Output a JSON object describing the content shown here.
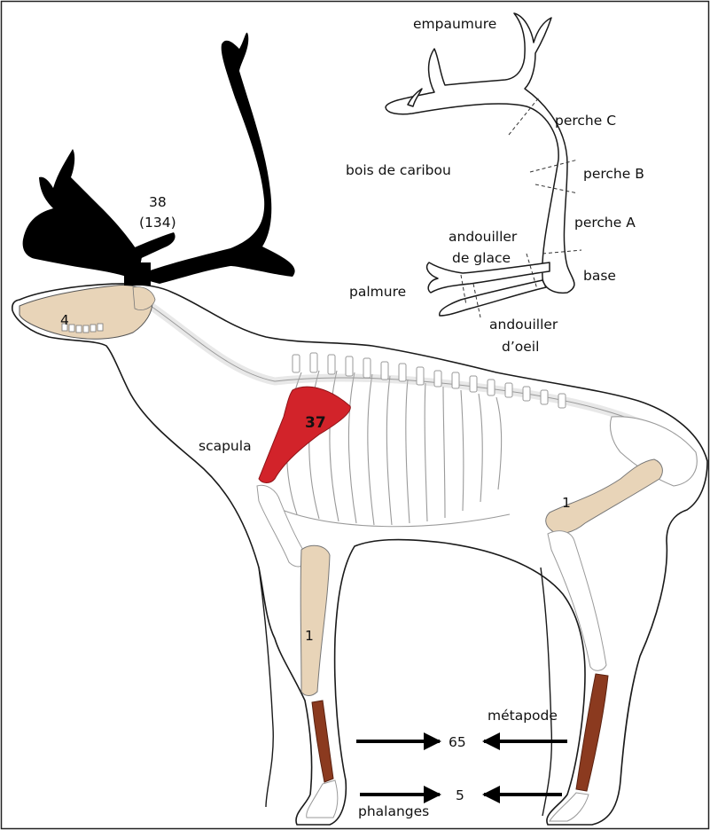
{
  "colors": {
    "bone": "#e8d4b8",
    "highlight_red": "#d2232a",
    "metapodial_brown": "#8b3a1f",
    "antler_black": "#000000",
    "outline": "#1a1a1a"
  },
  "counts": {
    "antler_main": "38",
    "antler_paren": "(134)",
    "skull": "4",
    "scapula": "37",
    "forelimb": "1",
    "hindlimb": "1",
    "metapode": "65",
    "phalanges": "5"
  },
  "labels": {
    "empaumure": "empaumure",
    "perche_c": "perche C",
    "bois_de_caribou": "bois de caribou",
    "perche_b": "perche B",
    "perche_a": "perche A",
    "andouiller_de_glace_1": "andouiller",
    "andouiller_de_glace_2": "de glace",
    "base": "base",
    "palmure": "palmure",
    "andouiller_oeil_1": "andouiller",
    "andouiller_oeil_2": "d’oeil",
    "scapula": "scapula",
    "metapode": "métapode",
    "phalanges": "phalanges"
  }
}
